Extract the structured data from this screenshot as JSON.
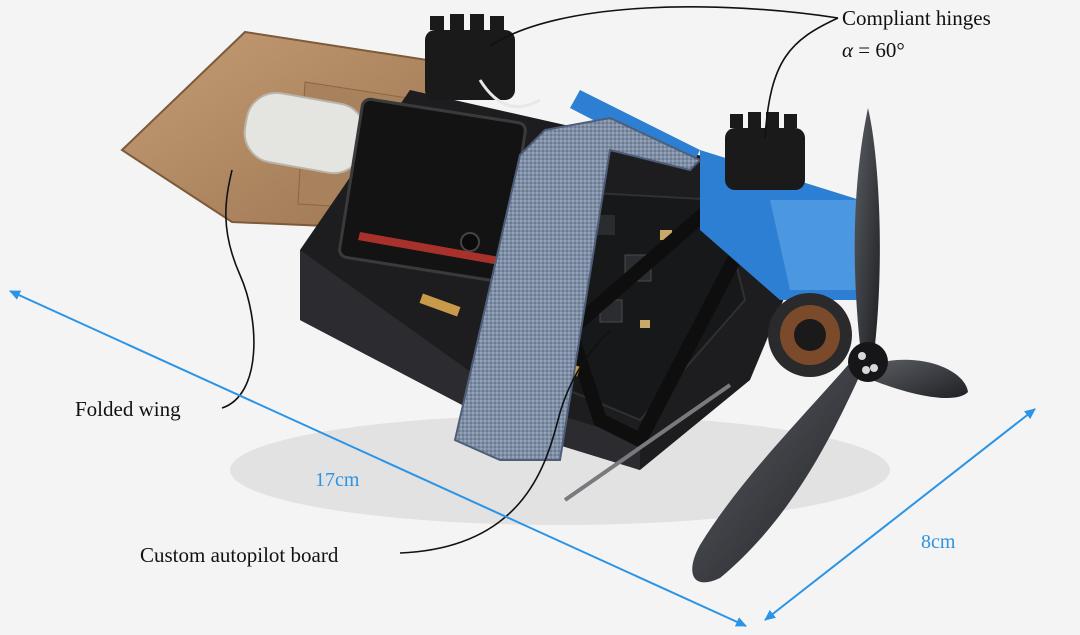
{
  "labels": {
    "hinges": "Compliant hinges",
    "alpha_symbol": "α",
    "alpha_value": " = 60°",
    "wing": "Folded wing",
    "board": "Custom autopilot board"
  },
  "dimensions": {
    "length": "17cm",
    "width": "8cm"
  },
  "colors": {
    "dimension_blue": "#2a94e6",
    "leader_line": "#111111",
    "body_black": "#1d1d1f",
    "wood": "#b08a62",
    "battery_blue": "#2d7fd3",
    "velcro_blue": "#7f8fa6"
  }
}
